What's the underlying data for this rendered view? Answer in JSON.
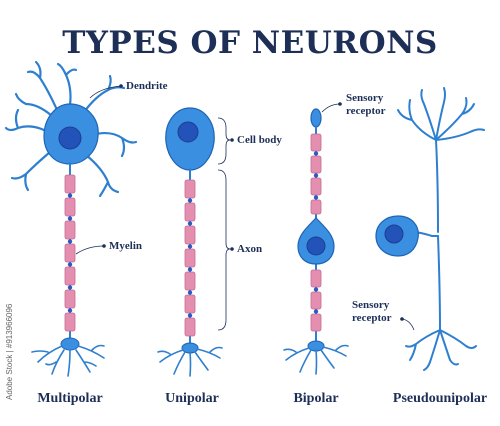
{
  "title": "TYPES OF NEURONS",
  "labels": {
    "dendrite": "Dendrite",
    "cell_body": "Cell body",
    "myelin": "Myelin",
    "axon": "Axon",
    "sensory_receptor_top": "Sensory receptor",
    "sensory_receptor_top_line1": "Sensory",
    "sensory_receptor_top_line2": "receptor",
    "sensory_receptor_bottom_line1": "Sensory",
    "sensory_receptor_bottom_line2": "receptor"
  },
  "types": [
    "Multipolar",
    "Unipolar",
    "Bipolar",
    "Pseudounipolar"
  ],
  "stock_id": "Adobe Stock | #913966096",
  "colors": {
    "title": "#1d2f57",
    "cell": "#3b8fe0",
    "nucleus": "#2352b8",
    "myelin": "#e58fb0",
    "nerve": "#2f7fd0"
  }
}
